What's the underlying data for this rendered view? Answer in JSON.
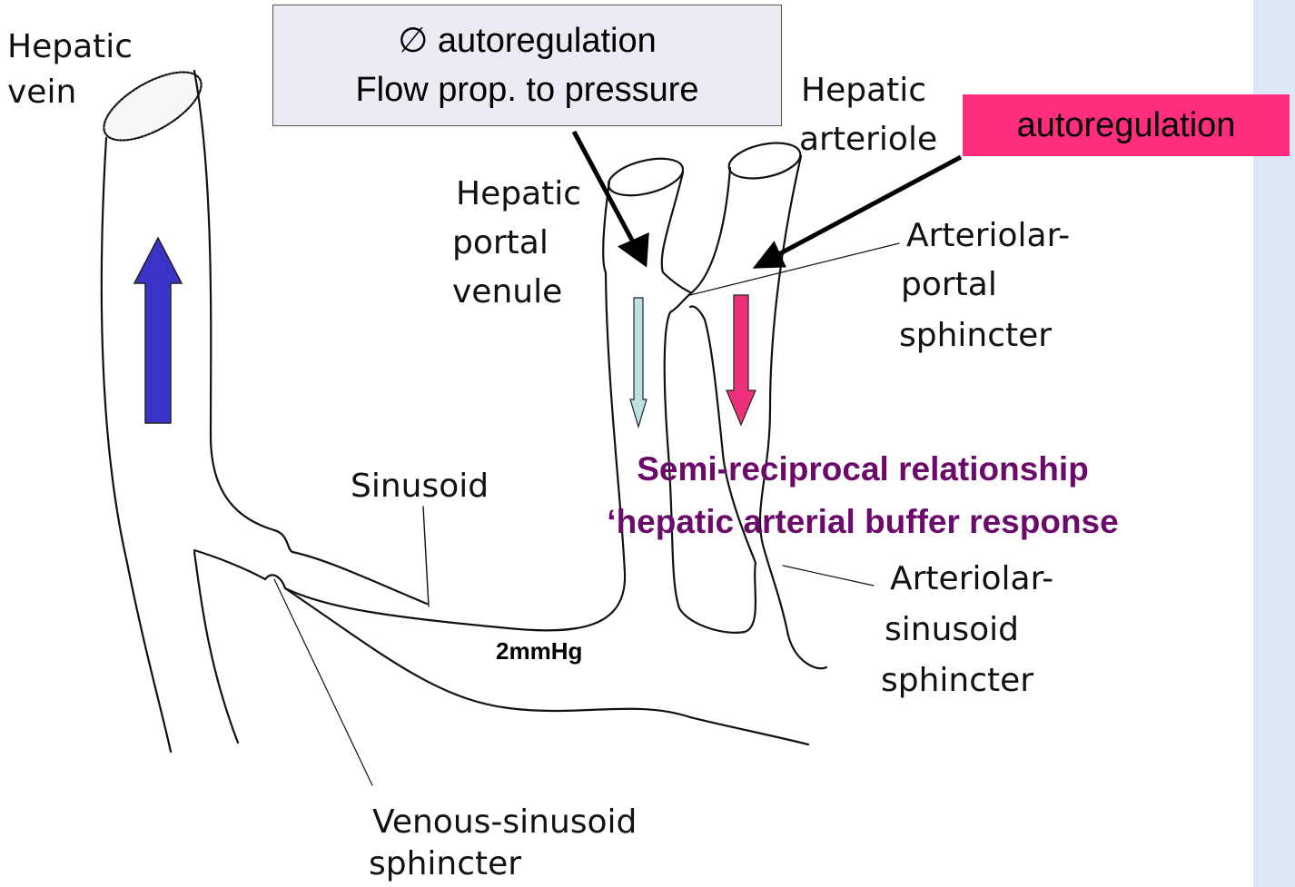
{
  "colors": {
    "side_panel": "#dde7f3",
    "box_neutral_fill": "#ebebf4",
    "box_autoregulation_fill": "#ff2d7e",
    "annotation_purple": "#6b0a6b",
    "hepatic_vein_arrow": "#3a33c8",
    "portal_flow_arrow": "#bfe0e0",
    "arterial_flow_arrow": "#ee2f7a"
  },
  "icons": {
    "up_flow": "blue-up-arrow-icon",
    "portal_flow": "light-blue-down-arrow-icon",
    "arterial_flow": "pink-down-arrow-icon"
  },
  "labels": {
    "hepatic_vein": [
      "Hepatic",
      "vein"
    ],
    "hepatic_arteriole": [
      "Hepatic",
      "arteriole"
    ],
    "hepatic_portal_venule": [
      "Hepatic",
      "portal",
      "venule"
    ],
    "arteriolar_portal_sphincter": [
      "Arteriolar-",
      "portal",
      "sphincter"
    ],
    "sinusoid": "Sinusoid",
    "arteriolar_sinusoid_sphincter": [
      "Arteriolar-",
      "sinusoid",
      "sphincter"
    ],
    "venous_sinusoid_sphincter": [
      "Venous-sinusoid",
      "sphincter"
    ]
  },
  "callouts": {
    "portal_box": [
      "∅ autoregulation",
      "Flow prop. to pressure"
    ],
    "arterial_box": "autoregulation"
  },
  "annotations": {
    "relationship": [
      "Semi-reciprocal relationship",
      "‘hepatic arterial buffer response"
    ],
    "pressure": "2mmHg"
  }
}
